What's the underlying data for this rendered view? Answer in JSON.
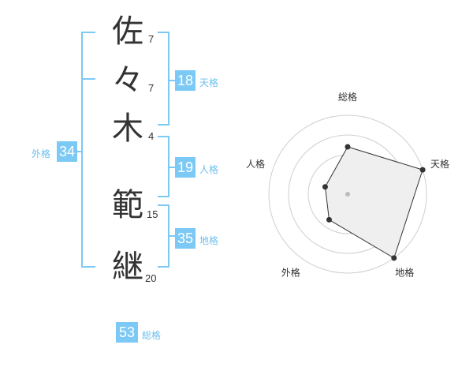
{
  "name": {
    "chars": [
      {
        "char": "佐",
        "strokes": "7"
      },
      {
        "char": "々",
        "strokes": "7"
      },
      {
        "char": "木",
        "strokes": "4"
      },
      {
        "char": "範",
        "strokes": "15"
      },
      {
        "char": "継",
        "strokes": "20"
      }
    ]
  },
  "kakusuu": {
    "tenkaku": {
      "label": "天格",
      "value": "18"
    },
    "jinkaku": {
      "label": "人格",
      "value": "19"
    },
    "chikaku": {
      "label": "地格",
      "value": "35"
    },
    "gaikaku": {
      "label": "外格",
      "value": "34"
    },
    "soukaku": {
      "label": "総格",
      "value": "53"
    }
  },
  "chart_data": {
    "type": "radar",
    "axes": [
      "総格",
      "天格",
      "地格",
      "外格",
      "人格"
    ],
    "values": [
      0.6,
      1.0,
      1.0,
      0.4,
      0.3
    ],
    "range": [
      0,
      1
    ],
    "grid": true,
    "colors": {
      "grid": "#cfcfcf",
      "fill": "#efefef",
      "line": "#333333",
      "point": "#333333",
      "center": "#bbbbbb"
    }
  },
  "colors": {
    "accent": "#7dc9f5",
    "label": "#6cc0ee",
    "text": "#333333"
  }
}
